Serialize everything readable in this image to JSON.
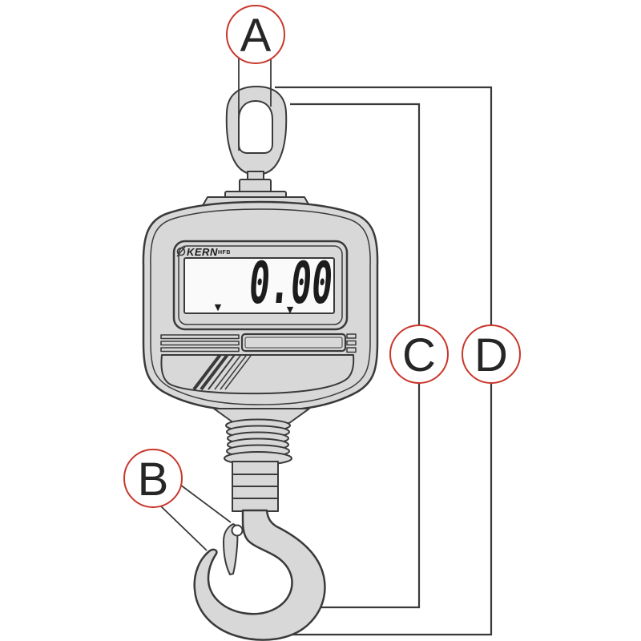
{
  "diagram": {
    "brand": "KERN",
    "model": "HFB",
    "display": {
      "value": "0.00",
      "indicator_left": "▼",
      "indicator_right": "▼"
    },
    "callouts": {
      "a": "A",
      "b": "B",
      "c": "C",
      "d": "D"
    },
    "colors": {
      "background": "#ffffff",
      "line": "#3a3a3a",
      "body_fill": "#d8d8d8",
      "lcd_fill": "#fafafa",
      "digit": "#1c1c1c",
      "callout_ring": "#c9372c",
      "callout_text": "#262626"
    }
  }
}
